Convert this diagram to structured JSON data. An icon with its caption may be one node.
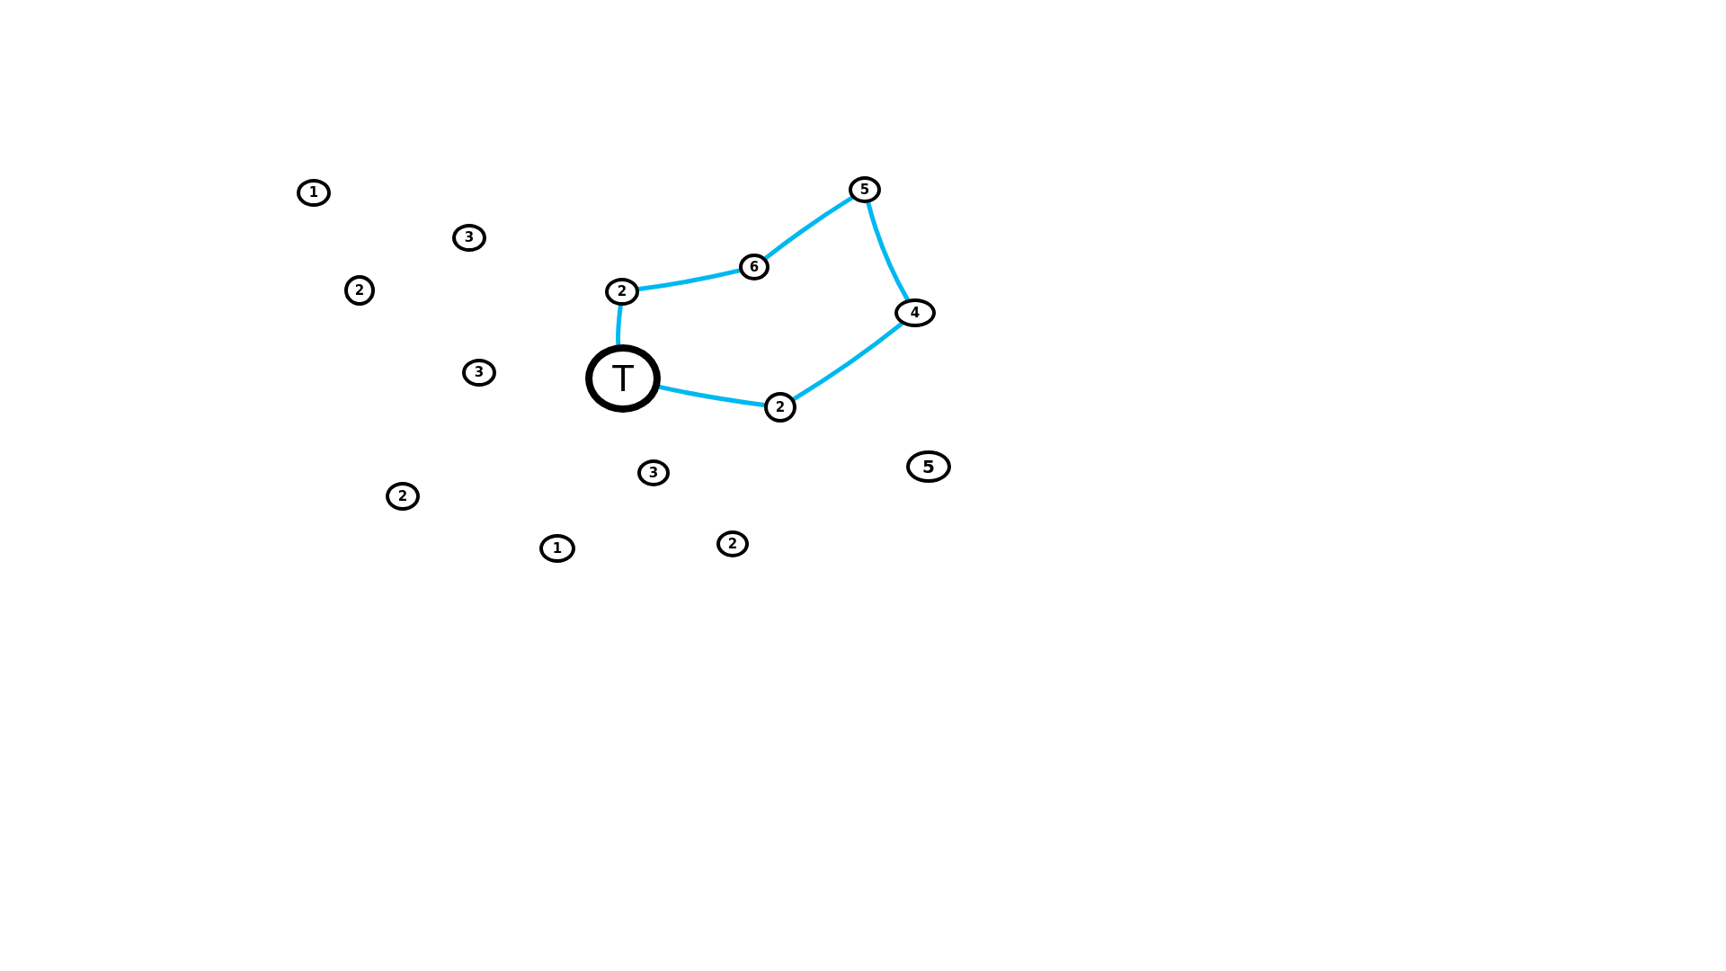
{
  "diagram": {
    "nodes": [
      {
        "text": [
          "1"
        ]
      },
      {
        "text": [
          "3"
        ]
      },
      {
        "text": [
          "2"
        ]
      },
      {
        "text": [
          "3"
        ]
      },
      {
        "text": [
          "T"
        ]
      },
      {
        "text": [
          "2"
        ]
      },
      {
        "text": [
          "6"
        ]
      },
      {
        "text": [
          "5"
        ]
      },
      {
        "text": [
          "4"
        ]
      },
      {
        "text": [
          "2"
        ]
      },
      {
        "text": [
          "3"
        ]
      },
      {
        "text": [
          "5"
        ]
      },
      {
        "text": [
          "2"
        ]
      },
      {
        "text": [
          "1"
        ]
      },
      {
        "text": [
          "2"
        ]
      }
    ],
    "edges": [
      {
        "from": 4,
        "to": 5,
        "arrow": "none"
      },
      {
        "from": 5,
        "to": 6,
        "arrow": "none"
      },
      {
        "from": 6,
        "to": 7,
        "arrow": "none"
      },
      {
        "from": 7,
        "to": 8,
        "arrow": "none"
      },
      {
        "from": 8,
        "to": 9,
        "arrow": "none"
      },
      {
        "from": 9,
        "to": 4,
        "arrow": "none"
      }
    ]
  }
}
